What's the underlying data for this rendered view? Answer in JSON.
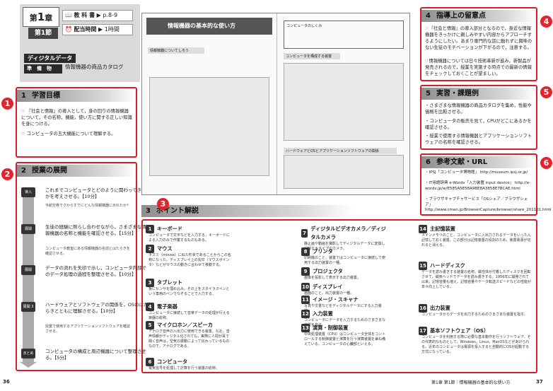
{
  "header": {
    "chapter_label_top": "第",
    "chapter_num": "1",
    "chapter_label_bottom": "章",
    "section_label_top": "第",
    "section_num": "1",
    "section_label_bottom": "節",
    "textbook_label": "教 科 書",
    "textbook_pages": "p.8-9",
    "time_label": "配当時間",
    "time_value": "1時間",
    "category": "ディジタルデータ",
    "prep_label": "準　備　物",
    "prep_value": "情報機器の商品カタログ"
  },
  "sections": {
    "goals": {
      "num": "1",
      "title": "学習目標",
      "items": [
        "『社会と情報』の導入として，身の回りの情報機器について，その名称，機能，使い方に関する正しい知識を身につける。",
        "コンピュータの五大機能について理解する。"
      ]
    },
    "development": {
      "num": "2",
      "title": "授業の展開",
      "steps": [
        {
          "tag": "導入",
          "text": "これまでコンピュータとどのように関わってきたかを考えさせる。【10分】",
          "note": "今航空券でクからすでにどんな情報機器に示れたか？"
        },
        {
          "tag": "展開",
          "text": "生徒の経験に照らし合わせながら，さまざまな情報機器の名称と機能を確認させる。【15分】",
          "note": "コンピュータ教室にある情報機器の名前とはたらきを確認させる。"
        },
        {
          "tag": "展開",
          "text": "データの流れを矢印で示し，コンピュータ内部でのデータ処理の過程を整理させる。【10分】",
          "note": ""
        },
        {
          "tag": "展開 3",
          "text": "ハードウェアとソフトウェアの関係を，OSのはたらきとともに理解させる。【10分】",
          "note": "授業で使用するアプリケーションソフトウェアを確認させる。"
        },
        {
          "tag": "まとめ",
          "text": "コンピュータの構成と周辺機器について整理させる。【5分】",
          "note": ""
        }
      ]
    },
    "guidance": {
      "num": "4",
      "title": "指導上の留意点",
      "items": [
        "『社会と情報』の導入部分となるので，身近な情報機器をきっかけに親しみやすい内容からアプローチするようにしたい。あまり専門的な話に触れずに興味のない生徒のモチベーションが下がるので，注意する。",
        "情報機器については日々技術革新が進み，新製品が発売されるので，授業を実施する時点での最新の情報をチェックしておくことが望ましい。"
      ]
    },
    "practice": {
      "num": "5",
      "title": "実習・課題例",
      "items": [
        "さまざまな情報機器の商品カタログを集め，性能や価格を比較させる。",
        "コンピュータの販売を見て，CPUがどこにあるかを確認させる。",
        "授業で使用する情報機器とアプリケーションソフトウェアの名称を確認させる。"
      ]
    },
    "references": {
      "num": "6",
      "title": "参考文献・URL",
      "items": [
        "IPSJ「コンピュータ博物館」 http://museum.ipsj.or.jp/",
        "IT用語辞典 e-Words「入力装置 input device」 http://e-words.jp/w/E585A5E58A9BE8A3858E7BCAE.html",
        "ブラウザキャプチャサービス「OSシェア／ブラウザシェア」 http://www.cman.jp/BrowserCapture/browser/share_201101.html"
      ]
    },
    "points": {
      "num": "3",
      "title": "ポイント解説",
      "items": [
        {
          "n": "1",
          "t": "キーボード",
          "d": "コンピュータで文字などを入力する，キーボードによる入力のみで作業するものもある。"
        },
        {
          "n": "2",
          "t": "マウス",
          "d": "ネズミ（mouse）に似た形状であることからこの名称になった。ディスプレイ上の矢印（マウスポインタ）などがマウスの動きに合わせて移動する。"
        },
        {
          "n": "3",
          "t": "タブレット",
          "d": "板にセンサを埋め込み，その上をスタイラスペンという専用のペンでなぞることで入力する。"
        },
        {
          "n": "4",
          "t": "電子楽器",
          "d": "コンピュータに接続して音楽データの処理が行える楽器の総称。"
        },
        {
          "n": "5",
          "t": "マイクロホン／スピーカ",
          "d": "アナログ音声の入出力に使用できる装置。なお，音声情報がディジタル化されても，実際に人間が耳で聞く音声は，空気の振動によって伝わっているものなので，アナログである。"
        },
        {
          "n": "6",
          "t": "コンピュータ",
          "d": "電気信号を処理して計算を行う装置の総称。"
        },
        {
          "n": "7",
          "t": "ディジタルビデオカメラ／ディジタルカメラ",
          "d": "静止画や動画を撮影してディジタルデータに変換し記録するタイプのカメラ。"
        },
        {
          "n": "8",
          "t": "プリンタ",
          "d": "印刷機のこと。装置ではコンピュータに接続して使用する出力装置の一種。"
        },
        {
          "n": "9",
          "t": "プロジェクタ",
          "d": "画像を投影して表示する出力装置。"
        },
        {
          "n": "10",
          "t": "ディスプレイ",
          "d": "画面のこと。出力装置の一種。"
        },
        {
          "n": "11",
          "t": "イメージ・スキャナ",
          "d": "写真や文書などをディジタルデータにする入力装置。"
        },
        {
          "n": "12",
          "t": "入力装置",
          "d": "コンピュータにデータを入力するためのさまざまな装置を指す。"
        },
        {
          "n": "13",
          "t": "演算・制御装置",
          "d": "中央処理装置（CPU）はコンピュータ全体をコントロールする制御装置と演算を行う演算装置を兼ね備えている。コンピュータの心臓部といえる。"
        },
        {
          "n": "14",
          "t": "主記憶装置",
          "d": "メインメモリのこと。コンピュータに入出力されるデータをいったん記憶しておく装置。この部分は記憶装置の役割のため，装置電源が切れると消える。"
        },
        {
          "n": "15",
          "t": "ハードディスク",
          "d": "データを読み書きする装置の名称。磁性体が付着したディスクを回転させて，磁気ヘッドでデータを読み書きする。1956年に開発されて以来，記憶容量も増え，記憶容量やデータ転送スピードなどの性能が年々向上している。"
        },
        {
          "n": "16",
          "t": "出力装置",
          "d": "コンピュータからデータを出力するためのさまざまな装置を指す。"
        },
        {
          "n": "17",
          "t": "基本ソフトウェア（OS）",
          "d": "コンピュータを利用する際に必要な基本動作を行うソフトウェア。その代表的なものとして，Windows，Linux，MacOSなどがあげられる。近年のコンピュータは電源を投入すると自動的にOSが起動する方式になっている。"
        }
      ]
    }
  },
  "textbook": {
    "left_title": "情報機器の基本的な使い方",
    "left_sub": "情報機器についてしろう",
    "right_top": "コンピュータのしくみ",
    "right_sub": "コンピュータを構成する装置",
    "right_bottom": "ハードウェアとOSとアプリケーションソフトウェアの関係"
  },
  "markers": [
    "1",
    "2",
    "3",
    "4",
    "5",
    "6"
  ],
  "footer": {
    "left_page": "36",
    "right_text": "第1章 第1節｜情報機器の基本的な使い方",
    "right_page": "37"
  }
}
